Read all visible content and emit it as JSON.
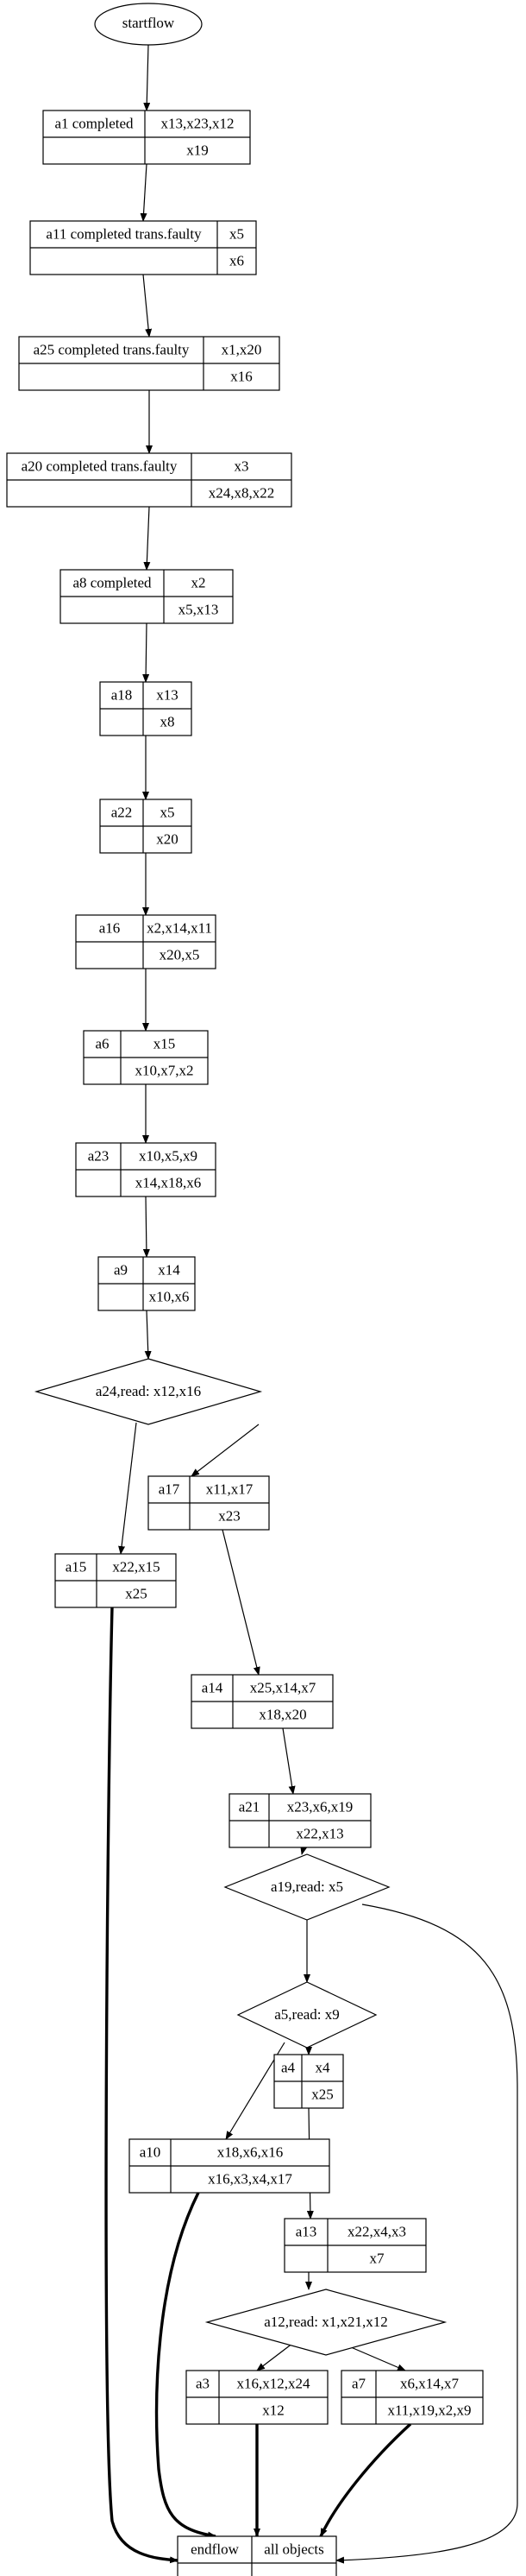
{
  "start": "startflow",
  "end": {
    "label": "endflow",
    "objects": "all objects"
  },
  "nodes": [
    {
      "id": "a1",
      "label": "a1  completed",
      "top": "x13,x23,x12",
      "bottom": "x19"
    },
    {
      "id": "a11",
      "label": "a11  completed trans.faulty",
      "top": "x5",
      "bottom": "x6"
    },
    {
      "id": "a25",
      "label": "a25  completed trans.faulty",
      "top": "x1,x20",
      "bottom": "x16"
    },
    {
      "id": "a20",
      "label": "a20  completed trans.faulty",
      "top": "x3",
      "bottom": "x24,x8,x22"
    },
    {
      "id": "a8",
      "label": "a8  completed",
      "top": "x2",
      "bottom": "x5,x13"
    },
    {
      "id": "a18",
      "label": "a18",
      "top": "x13",
      "bottom": "x8"
    },
    {
      "id": "a22",
      "label": "a22",
      "top": "x5",
      "bottom": "x20"
    },
    {
      "id": "a16",
      "label": "a16",
      "top": "x2,x14,x11",
      "bottom": "x20,x5"
    },
    {
      "id": "a6",
      "label": "a6",
      "top": "x15",
      "bottom": "x10,x7,x2"
    },
    {
      "id": "a23",
      "label": "a23",
      "top": "x10,x5,x9",
      "bottom": "x14,x18,x6"
    },
    {
      "id": "a9",
      "label": "a9",
      "top": "x14",
      "bottom": "x10,x6"
    },
    {
      "id": "a17",
      "label": "a17",
      "top": "x11,x17",
      "bottom": "x23"
    },
    {
      "id": "a15",
      "label": "a15",
      "top": "x22,x15",
      "bottom": "x25"
    },
    {
      "id": "a14",
      "label": "a14",
      "top": "x25,x14,x7",
      "bottom": "x18,x20"
    },
    {
      "id": "a21",
      "label": "a21",
      "top": "x23,x6,x19",
      "bottom": "x22,x13"
    },
    {
      "id": "a4",
      "label": "a4",
      "top": "x4",
      "bottom": "x25"
    },
    {
      "id": "a10",
      "label": "a10",
      "top": "x18,x6,x16",
      "bottom": "x16,x3,x4,x17"
    },
    {
      "id": "a13",
      "label": "a13",
      "top": "x22,x4,x3",
      "bottom": "x7"
    },
    {
      "id": "a3",
      "label": "a3",
      "top": "x16,x12,x24",
      "bottom": "x12"
    },
    {
      "id": "a7",
      "label": "a7",
      "top": "x6,x14,x7",
      "bottom": "x11,x19,x2,x9"
    }
  ],
  "decisions": [
    {
      "id": "a24",
      "label": "a24,read: x12,x16"
    },
    {
      "id": "a19",
      "label": "a19,read: x5"
    },
    {
      "id": "a5",
      "label": "a5,read: x9"
    },
    {
      "id": "a12",
      "label": "a12,read: x1,x21,x12"
    }
  ],
  "edges": [
    [
      "start",
      "a1"
    ],
    [
      "a1",
      "a11"
    ],
    [
      "a11",
      "a25"
    ],
    [
      "a25",
      "a20"
    ],
    [
      "a20",
      "a8"
    ],
    [
      "a8",
      "a18"
    ],
    [
      "a18",
      "a22"
    ],
    [
      "a22",
      "a16"
    ],
    [
      "a16",
      "a6"
    ],
    [
      "a6",
      "a23"
    ],
    [
      "a23",
      "a9"
    ],
    [
      "a9",
      "a24"
    ],
    [
      "a24",
      "a17"
    ],
    [
      "a24",
      "a15"
    ],
    [
      "a17",
      "a14"
    ],
    [
      "a14",
      "a21"
    ],
    [
      "a21",
      "a19"
    ],
    [
      "a19",
      "a5"
    ],
    [
      "a19",
      "end"
    ],
    [
      "a5",
      "a4"
    ],
    [
      "a5",
      "a10"
    ],
    [
      "a4",
      "a13"
    ],
    [
      "a13",
      "a12"
    ],
    [
      "a12",
      "a3"
    ],
    [
      "a12",
      "a7"
    ],
    [
      "a15",
      "end"
    ],
    [
      "a10",
      "end"
    ],
    [
      "a3",
      "end"
    ],
    [
      "a7",
      "end"
    ]
  ],
  "bold_edges": [
    [
      "a15",
      "end"
    ],
    [
      "a10",
      "end"
    ],
    [
      "a3",
      "end"
    ],
    [
      "a7",
      "end"
    ]
  ]
}
